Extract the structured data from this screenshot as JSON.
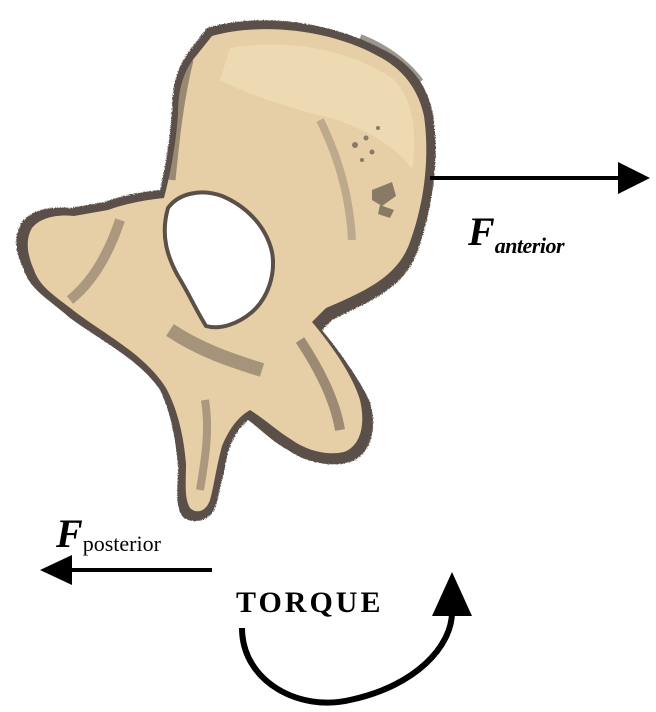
{
  "labels": {
    "anterior_symbol": "F",
    "anterior_subscript": "anterior",
    "posterior_symbol": "F",
    "posterior_subscript": "posterior",
    "torque": "TORQUE"
  },
  "colors": {
    "bone": "#e6cfa6",
    "bone_light": "#f0ddb8",
    "bone_shadow": "#5a5048",
    "bone_mid": "#9a8a74",
    "arrow": "#000000",
    "background": "#ffffff"
  },
  "icons": {
    "bone": "vertebra-illustration",
    "anterior_arrow": "arrow-right-icon",
    "posterior_arrow": "arrow-left-icon",
    "torque_arrow": "curved-arrow-icon"
  }
}
